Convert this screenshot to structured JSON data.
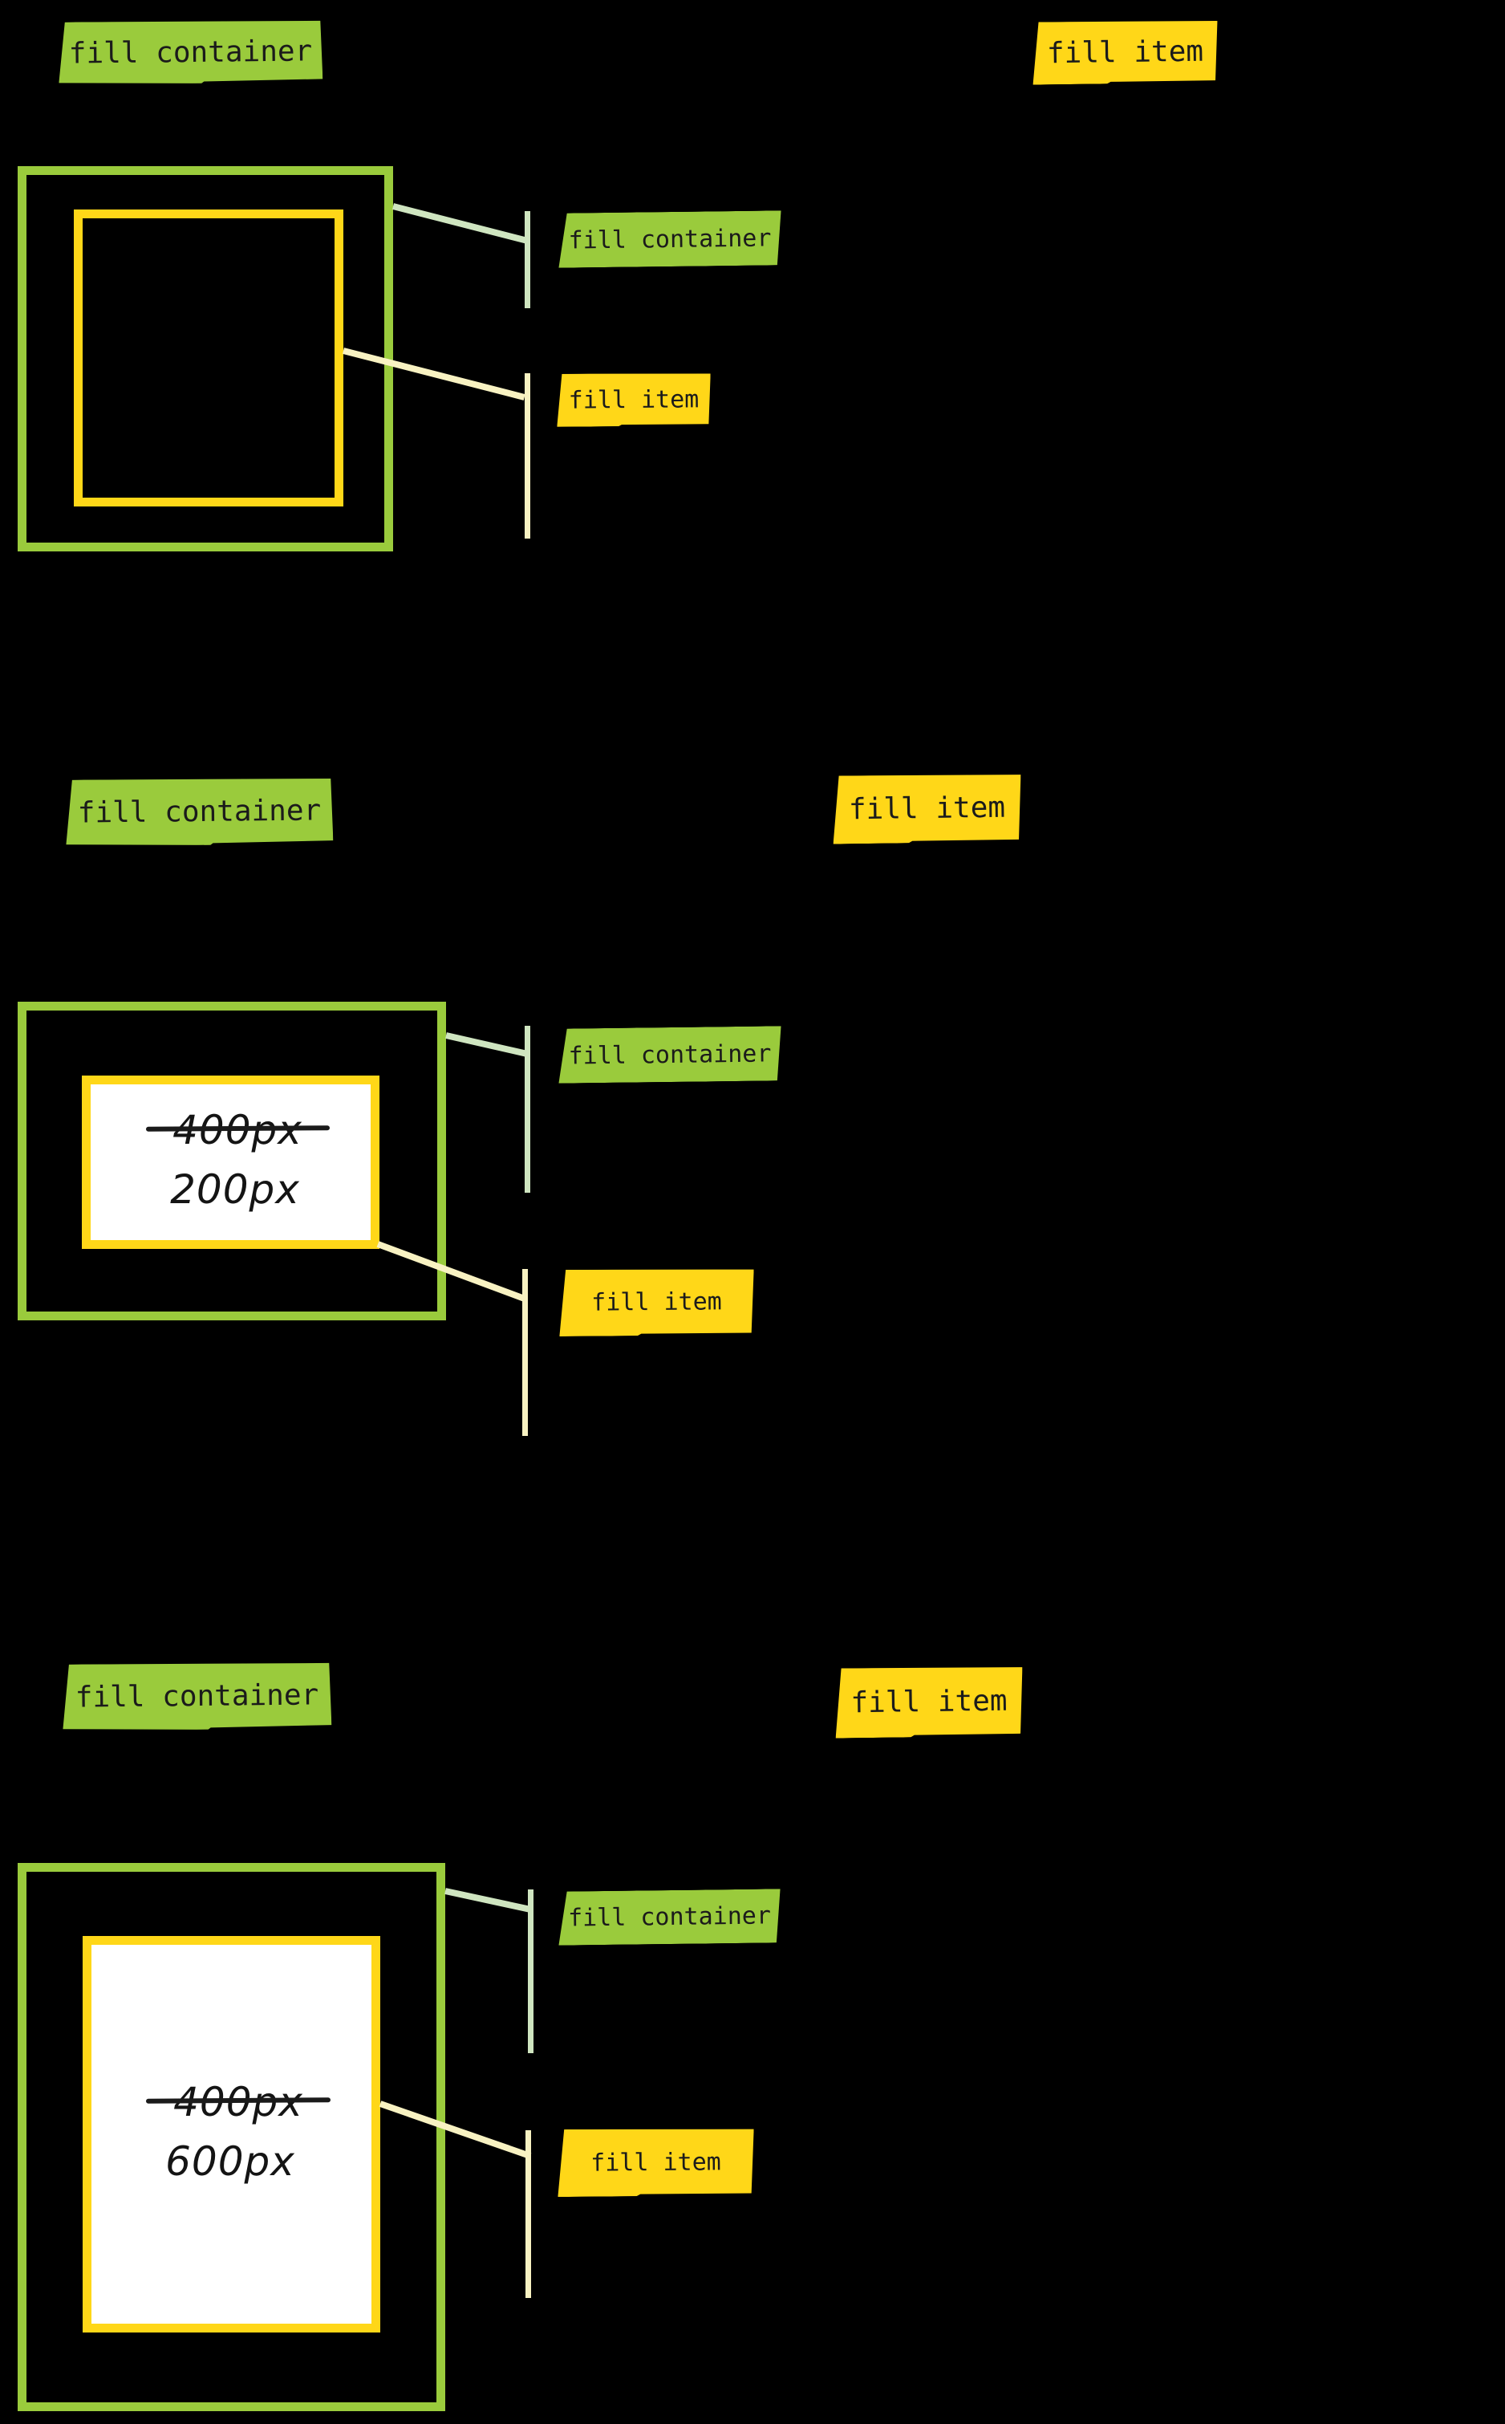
{
  "colors": {
    "background": "#000000",
    "container_green": "#9acb3c",
    "item_yellow": "#ffd718",
    "leader_pale_green": "#cfe5c0",
    "leader_pale_yellow": "#f8f2c2",
    "item_fill_white": "#ffffff",
    "label_text": "#1b1b1b"
  },
  "sections": [
    {
      "header": {
        "container": "fill container",
        "item": "fill item"
      },
      "callouts": {
        "container": "fill container",
        "item": "fill item"
      }
    },
    {
      "header": {
        "container": "fill container",
        "item": "fill item"
      },
      "callouts": {
        "container": "fill container",
        "item": "fill item"
      },
      "item_size": {
        "old": "400px",
        "new": "200px"
      }
    },
    {
      "header": {
        "container": "fill container",
        "item": "fill item"
      },
      "callouts": {
        "container": "fill container",
        "item": "fill item"
      },
      "item_size": {
        "old": "400px",
        "new": "600px"
      }
    }
  ]
}
